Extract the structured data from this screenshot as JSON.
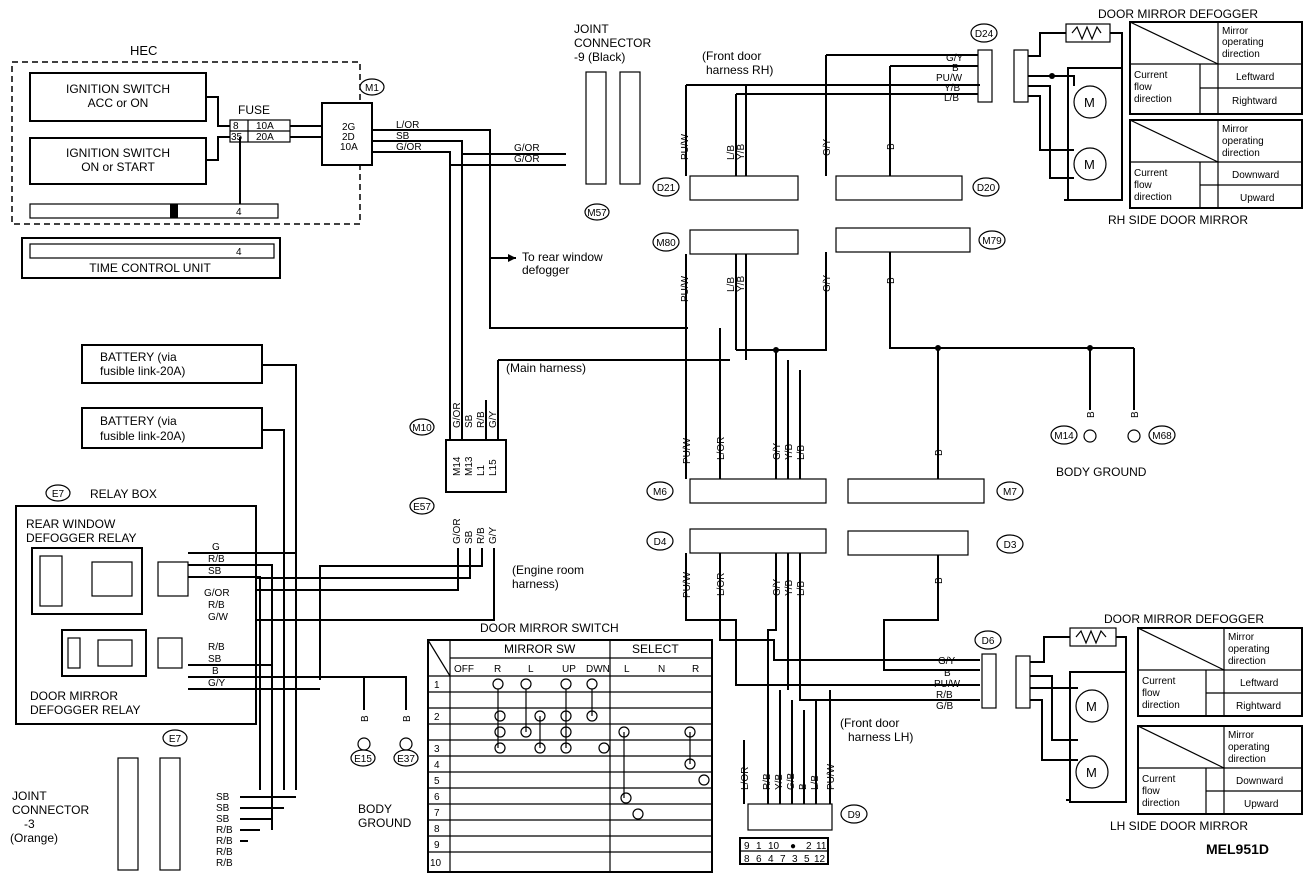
{
  "hec": {
    "title": "HEC",
    "ign_acc": [
      "IGNITION SWITCH",
      "ACC or ON"
    ],
    "ign_start": [
      "IGNITION SWITCH",
      "ON or START"
    ],
    "fuse_title": "FUSE",
    "fuses": [
      [
        "8",
        "10A"
      ],
      [
        "35",
        "20A"
      ]
    ],
    "m1_pins": [
      "2G",
      "2D",
      "10A"
    ],
    "m1_wires": [
      "L/OR",
      "SB",
      "G/OR"
    ],
    "m1_id": "M1",
    "pin4": "4"
  },
  "time_control_unit": {
    "label": "TIME CONTROL UNIT",
    "pin": "4"
  },
  "joint9": {
    "title": [
      "JOINT",
      "CONNECTOR",
      "-9 (Black)"
    ],
    "wires": [
      "G/OR",
      "G/OR"
    ],
    "id": "M57"
  },
  "front_rh_harness": [
    "(Front door",
    "harness RH)"
  ],
  "rear_defogger": [
    "To rear window",
    "defogger"
  ],
  "batteries": [
    [
      "BATTERY (via",
      "fusible link-20A)"
    ],
    [
      "BATTERY (via",
      "fusible link-20A)"
    ]
  ],
  "main_harness": "(Main harness)",
  "engine_harness": [
    "(Engine room",
    "harness)"
  ],
  "m10": {
    "id": "M10",
    "e57": "E57",
    "top_wires": [
      "G/OR",
      "SB",
      "R/B",
      "G/Y"
    ],
    "pins": [
      "M14",
      "M13",
      "L1",
      "L15"
    ],
    "bottom_wires": [
      "G/OR",
      "SB",
      "R/B",
      "G/Y"
    ]
  },
  "relay_box": {
    "id": "E7",
    "title": "RELAY BOX",
    "rear_relay": [
      "REAR WINDOW",
      "DEFOGGER RELAY"
    ],
    "mirror_relay": [
      "DOOR MIRROR",
      "DEFOGGER RELAY"
    ],
    "wires_top": [
      "G",
      "R/B",
      "SB",
      "G/OR",
      "R/B",
      "G/W"
    ],
    "wires_bottom": [
      "R/B",
      "SB",
      "B",
      "G/Y"
    ]
  },
  "ground_left": {
    "ids": [
      "E15",
      "E37"
    ],
    "wire": "B",
    "label": [
      "BODY",
      "GROUND"
    ]
  },
  "joint3": {
    "title": [
      "JOINT",
      "CONNECTOR",
      "-3",
      "(Orange)"
    ],
    "id": "E7",
    "wires": [
      "SB",
      "SB",
      "SB",
      "R/B",
      "R/B",
      "R/B",
      "R/B"
    ]
  },
  "connectors_mid": {
    "d21": "D21",
    "d20": "D20",
    "m80": "M80",
    "m79": "M79",
    "m6": "M6",
    "m7": "M7",
    "d4": "D4",
    "d3": "D3",
    "wires_a": [
      "PU/W",
      "L/B",
      "Y/B",
      "G/Y",
      "B"
    ],
    "wires_b": [
      "PU/W",
      "L/B",
      "Y/B",
      "G/Y",
      "B"
    ],
    "wires_c": [
      "PU/W",
      "L/OR",
      "G/Y",
      "Y/B",
      "L/B",
      "B"
    ],
    "wires_d": [
      "PU/W",
      "L/OR",
      "G/Y",
      "Y/B",
      "L/B",
      "B"
    ]
  },
  "ground_right": {
    "ids": [
      "M14",
      "M68"
    ],
    "wire": "B",
    "label": "BODY GROUND"
  },
  "rh_mirror": {
    "d24": "D24",
    "wires": [
      "G/Y",
      "B",
      "PU/W",
      "Y/B",
      "L/B"
    ],
    "defogger": "DOOR MIRROR DEFOGGER",
    "title": "RH SIDE DOOR MIRROR",
    "header": [
      "Mirror",
      "operating",
      "direction"
    ],
    "row_label": [
      "Current",
      "flow",
      "direction"
    ],
    "table1": [
      "Leftward",
      "Rightward"
    ],
    "table2": [
      "Downward",
      "Upward"
    ]
  },
  "lh_mirror": {
    "d6": "D6",
    "wires": [
      "G/Y",
      "B",
      "PU/W",
      "R/B",
      "G/B"
    ],
    "defogger": "DOOR MIRROR DEFOGGER",
    "title": "LH SIDE DOOR MIRROR",
    "harness": [
      "(Front door",
      "harness LH)"
    ],
    "header": [
      "Mirror",
      "operating",
      "direction"
    ],
    "row_label": [
      "Current",
      "flow",
      "direction"
    ],
    "table1": [
      "Leftward",
      "Rightward"
    ],
    "table2": [
      "Downward",
      "Upward"
    ]
  },
  "switch": {
    "title": "DOOR MIRROR SWITCH",
    "group_mirror": "MIRROR SW",
    "group_select": "SELECT",
    "cols": [
      "OFF",
      "R",
      "L",
      "UP",
      "DWN",
      "L",
      "N",
      "R"
    ],
    "rows": [
      "1",
      "2",
      "3",
      "4",
      "5",
      "6",
      "7",
      "8",
      "9",
      "10"
    ]
  },
  "d9": {
    "id": "D9",
    "wires": [
      "L/OR",
      "R/B",
      "Y/B",
      "G/B",
      "B",
      "L/B",
      "PU/W"
    ],
    "pins_top": [
      "9",
      "1",
      "10",
      "●",
      "2",
      "11"
    ],
    "pins_bottom": [
      "8",
      "6",
      "4",
      "7",
      "3",
      "5",
      "12"
    ]
  },
  "ref": "MEL951D"
}
